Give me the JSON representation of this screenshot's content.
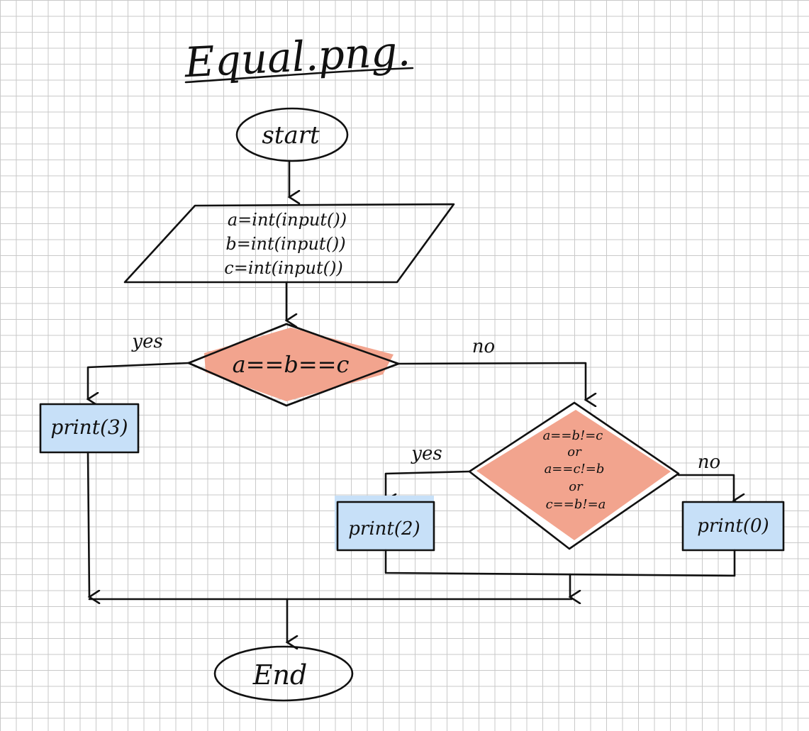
{
  "title": "Equal.png.",
  "nodes": {
    "start": "start",
    "input_line1": "a=int(input())",
    "input_line2": "b=int(input())",
    "input_line3": "c=int(input())",
    "decision1": "a==b==c",
    "decision2_line1": "a==b!=c",
    "decision2_line2": "or",
    "decision2_line3": "a==c!=b",
    "decision2_line4": "or",
    "decision2_line5": "c==b!=a",
    "print3": "print(3)",
    "print2": "print(2)",
    "print0": "print(0)",
    "end": "End"
  },
  "edge_labels": {
    "d1_yes": "yes",
    "d1_no": "no",
    "d2_yes": "yes",
    "d2_no": "no"
  },
  "colors": {
    "grid": "#c9c9c9",
    "terminal_fill": "#f7f5c6",
    "decision_fill": "#f2a48e",
    "process_fill": "#c7e0f8",
    "ink": "#111111"
  }
}
